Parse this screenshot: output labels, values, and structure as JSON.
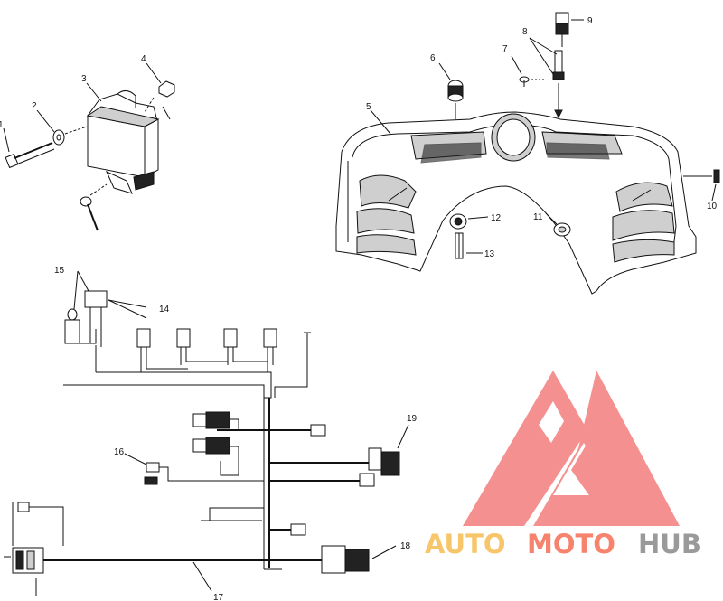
{
  "callouts": {
    "c1": "1",
    "c2": "2",
    "c3": "3",
    "c4": "4",
    "c5": "5",
    "c6": "6",
    "c7": "7",
    "c8": "8",
    "c9": "9",
    "c10": "10",
    "c11": "11",
    "c12": "12",
    "c13": "13",
    "c14": "14",
    "c15": "15",
    "c16": "16",
    "c17": "17",
    "c18": "18",
    "c19": "19"
  },
  "watermark": {
    "word_auto": "AUTO",
    "word_moto": "MOTO",
    "word_hub": "HUB",
    "colors": {
      "auto": "#f7c66a",
      "moto": "#f5836e",
      "hub": "#9a9a9a",
      "logo": "#f26b6b"
    }
  },
  "colors": {
    "line": "#111111",
    "background": "#ffffff"
  }
}
